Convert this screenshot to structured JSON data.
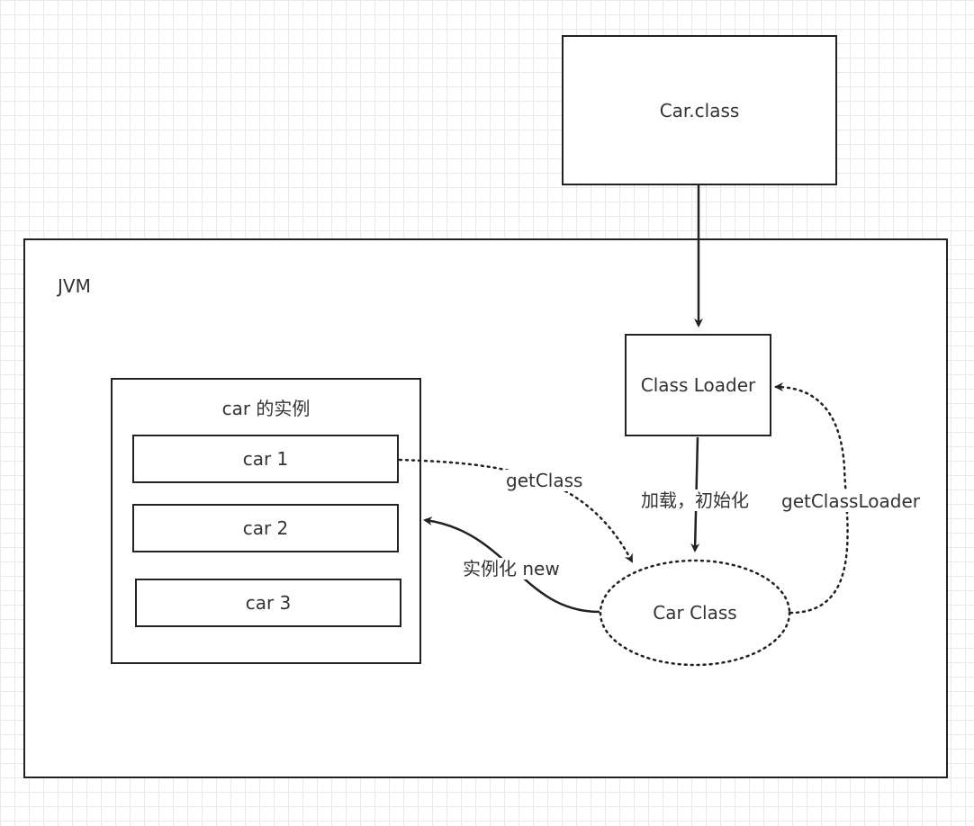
{
  "nodes": {
    "car_class_file": "Car.class",
    "jvm": "JVM",
    "class_loader": "Class Loader",
    "instances_title": "car 的实例",
    "car1": "car 1",
    "car2": "car 2",
    "car3": "car 3",
    "car_class_object": "Car Class"
  },
  "edges": {
    "get_class": "getClass",
    "load_init": "加载，初始化",
    "get_class_loader": "getClassLoader",
    "instantiate": "实例化 new"
  },
  "colors": {
    "stroke": "#222222",
    "text": "#333333",
    "grid": "#e9e9e9"
  }
}
